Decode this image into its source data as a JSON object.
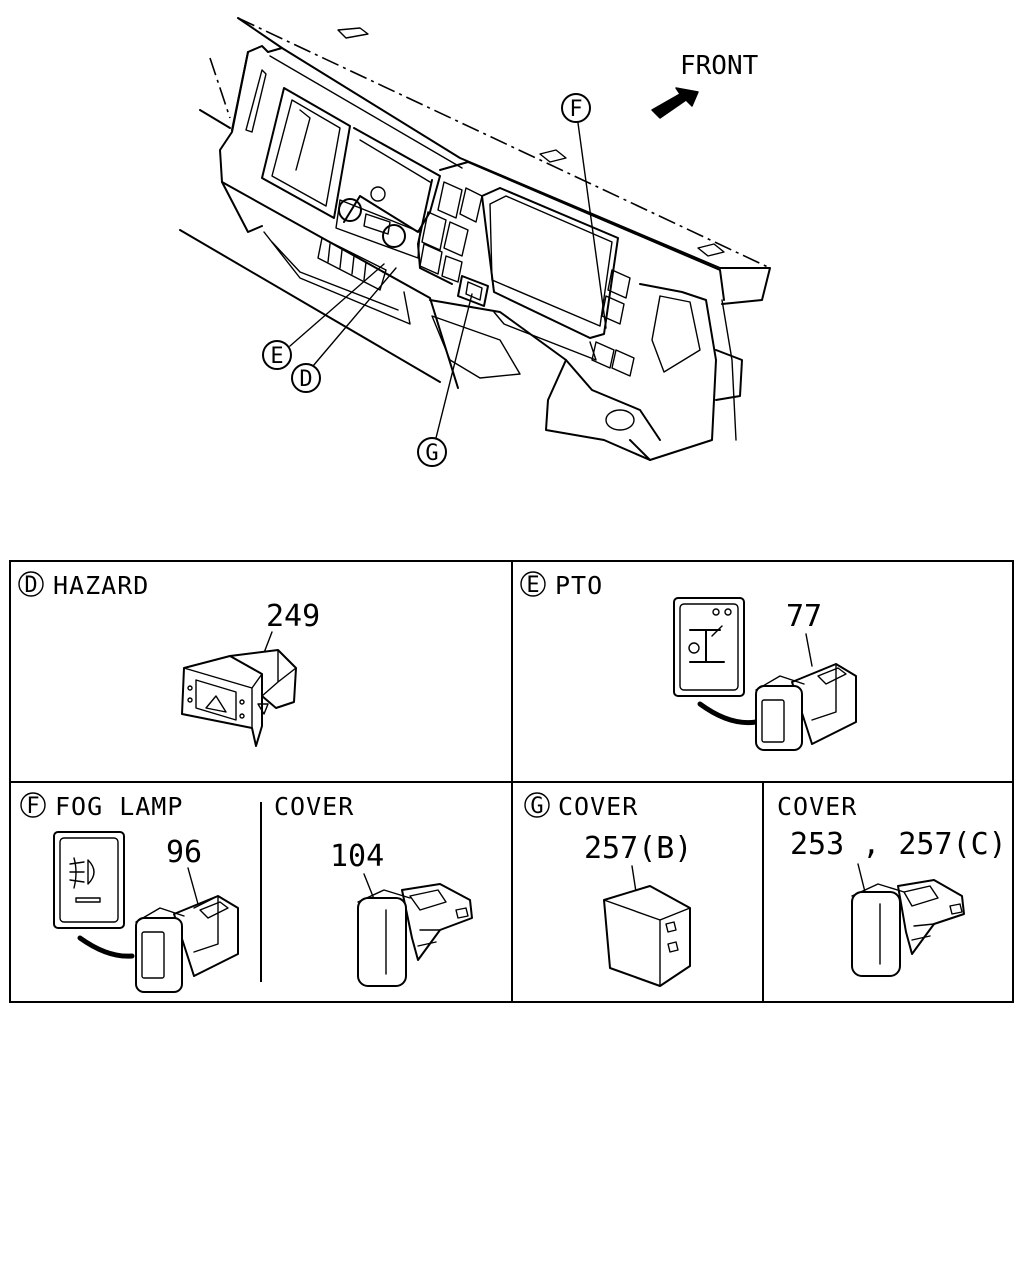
{
  "overview": {
    "direction_label": "FRONT",
    "callouts": {
      "f": "F",
      "e": "E",
      "d": "D",
      "g": "G"
    }
  },
  "panels": {
    "d": {
      "letter": "D",
      "title": "HAZARD",
      "part": "249"
    },
    "e": {
      "letter": "E",
      "title": "PTO",
      "part": "77"
    },
    "f": {
      "letter": "F",
      "title": "FOG LAMP",
      "part": "96"
    },
    "f_cover": {
      "title": "COVER",
      "part": "104"
    },
    "g": {
      "letter": "G",
      "title": "COVER",
      "part": "257(B)"
    },
    "g_cover": {
      "title": "COVER",
      "part": "253 , 257(C)"
    }
  }
}
